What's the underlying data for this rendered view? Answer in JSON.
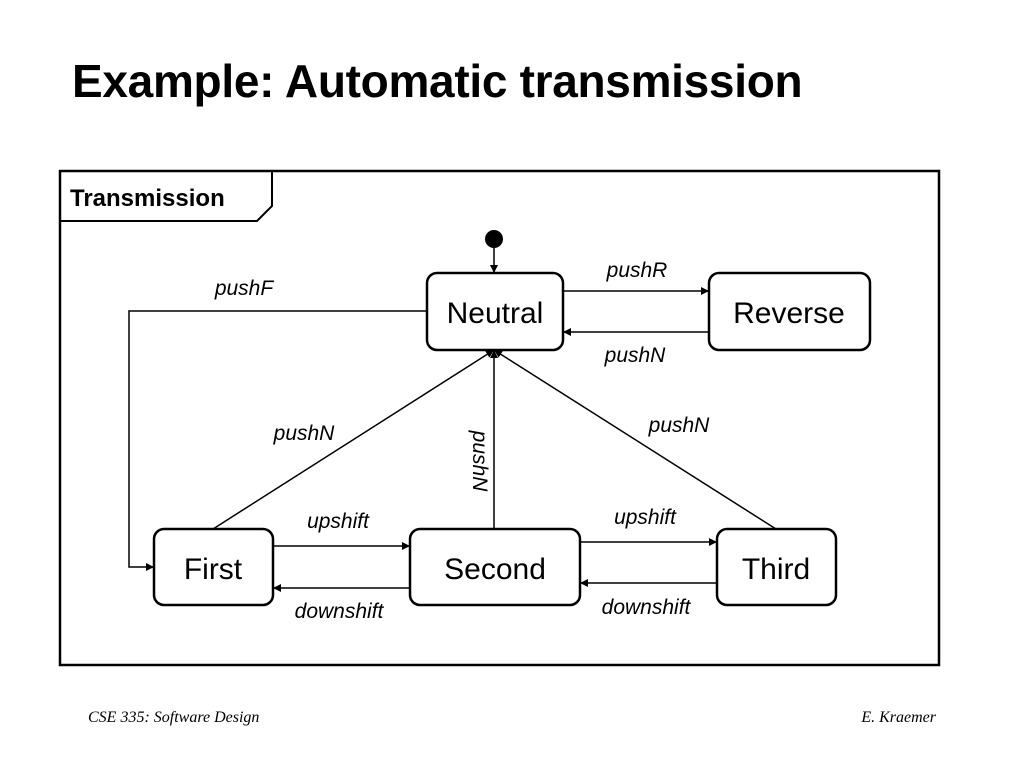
{
  "slide": {
    "title": "Example: Automatic transmission"
  },
  "diagram": {
    "frame_label": "Transmission",
    "states": {
      "neutral": "Neutral",
      "reverse": "Reverse",
      "first": "First",
      "second": "Second",
      "third": "Third"
    },
    "transitions": {
      "push_r": "pushR",
      "push_n_reverse": "pushN",
      "push_f": "pushF",
      "push_n_first": "pushN",
      "push_n_second": "pushN",
      "push_n_third": "pushN",
      "upshift_1_2": "upshift",
      "upshift_2_3": "upshift",
      "downshift_2_1": "downshift",
      "downshift_3_2": "downshift"
    }
  },
  "footer": {
    "left": "CSE 335: Software Design",
    "right": "E. Kraemer"
  }
}
